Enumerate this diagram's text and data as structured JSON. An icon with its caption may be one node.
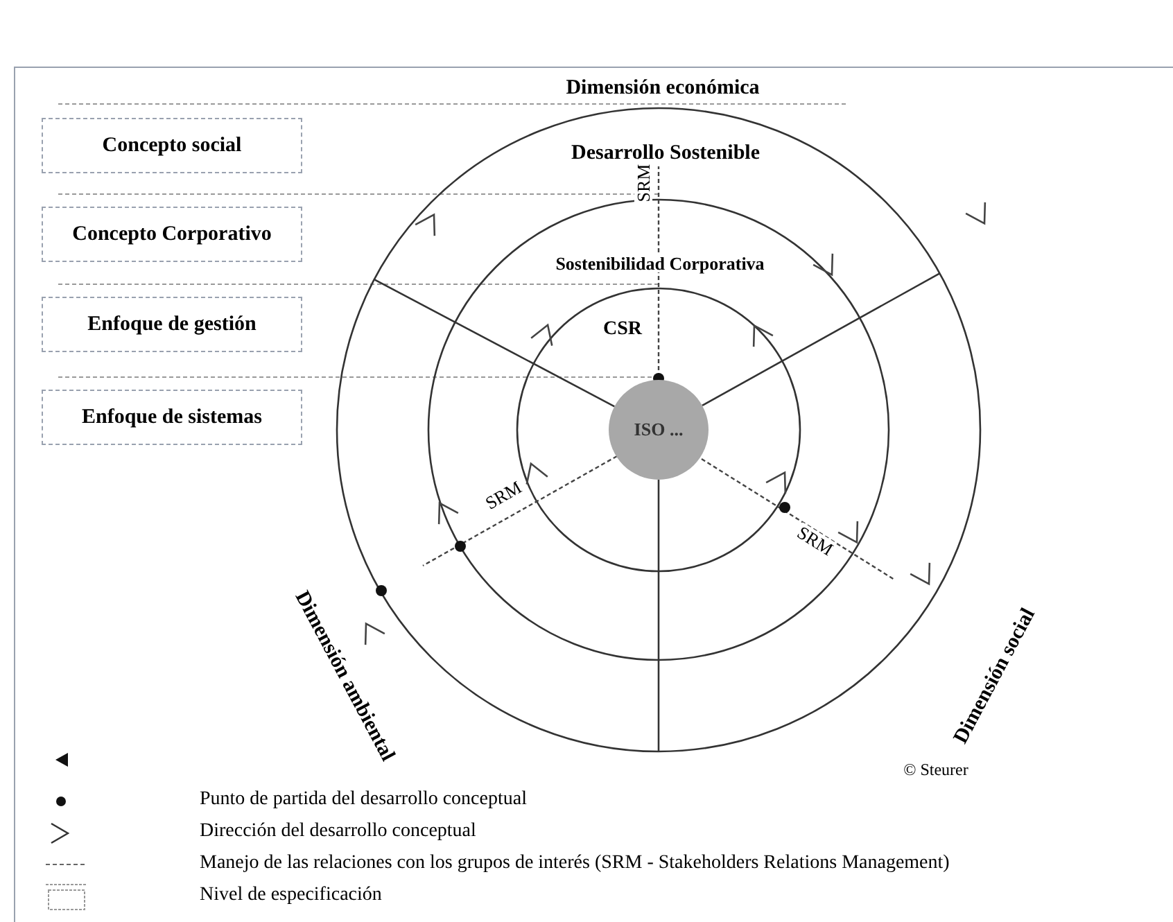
{
  "diagram": {
    "nodes": [
      {
        "text": [
          "Concepto social"
        ]
      },
      {
        "text": [
          "Concepto Corporativo"
        ]
      },
      {
        "text": [
          "Enfoque de gestión"
        ]
      },
      {
        "text": [
          "Enfoque de sistemas"
        ]
      },
      {
        "text": [
          "ISO ..."
        ]
      }
    ],
    "labels": [
      "Dimensión económica",
      "Desarrollo Sostenible",
      "SRM",
      "Sostenibilidad Corporativa",
      "CSR",
      "SRM",
      "SRM",
      "Dimensión ambiental",
      "Dimensión social",
      "© Steurer"
    ],
    "legend": [
      {
        "text": "Punto de partida del desarrollo conceptual"
      },
      {
        "text": "Dirección del desarrollo conceptual"
      },
      {
        "text": "Manejo de las relaciones con los grupos de interés (SRM - Stakeholders Relations Management)"
      },
      {
        "text": "Nivel de especificación"
      }
    ]
  }
}
